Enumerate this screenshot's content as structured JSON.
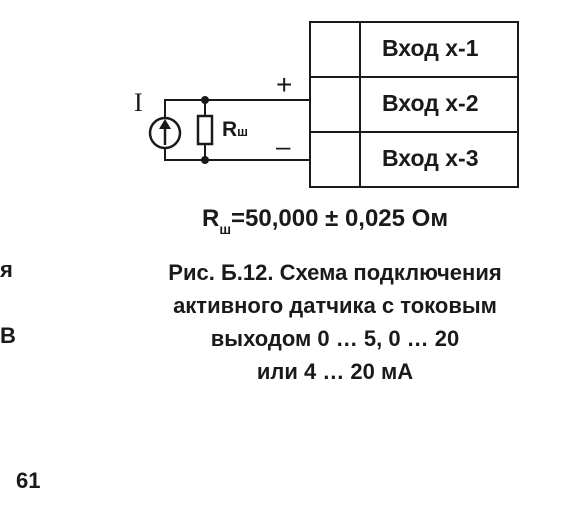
{
  "terminal_block": {
    "inputs": [
      "Вход х-1",
      "Вход х-2",
      "Вход х-3"
    ]
  },
  "circuit": {
    "current_label": "I",
    "resistor_label": "R",
    "resistor_subscript": "ш",
    "plus_sign": "+",
    "minus_sign": "–"
  },
  "formula": {
    "symbol": "R",
    "subscript": "ш",
    "value": "=50,000 ± 0,025 Ом"
  },
  "caption": {
    "lines": [
      "Рис. Б.12. Схема подключения",
      "активного датчика с токовым",
      "выходом 0 … 5, 0 … 20",
      "или 4 … 20 мА"
    ]
  },
  "left_margin_fragments": [
    "я",
    "В"
  ],
  "page_number": "61",
  "colors": {
    "ink": "#1a1a1a",
    "background": "#ffffff"
  }
}
